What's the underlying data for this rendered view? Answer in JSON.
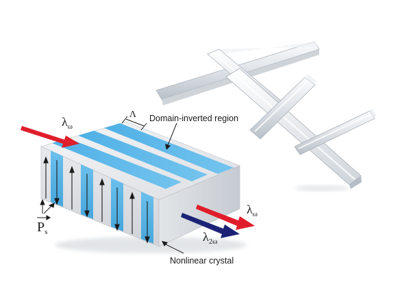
{
  "labels": {
    "domain_inverted": "Domain-inverted region",
    "nonlinear_crystal": "Nonlinear crystal",
    "period": "Λ",
    "input_wave": "λ",
    "input_wave_sub": "ω",
    "output_fundamental": "λ",
    "output_fundamental_sub": "ω",
    "output_shg": "λ",
    "output_shg_sub": "2ω",
    "polarization": "P",
    "polarization_sub": "s"
  },
  "colors": {
    "fundamental_beam": "#e01e2b",
    "second_harmonic_beam": "#1c2377",
    "domain_stripe": "#5bb8e8",
    "crystal_body": "#e9ebee"
  }
}
